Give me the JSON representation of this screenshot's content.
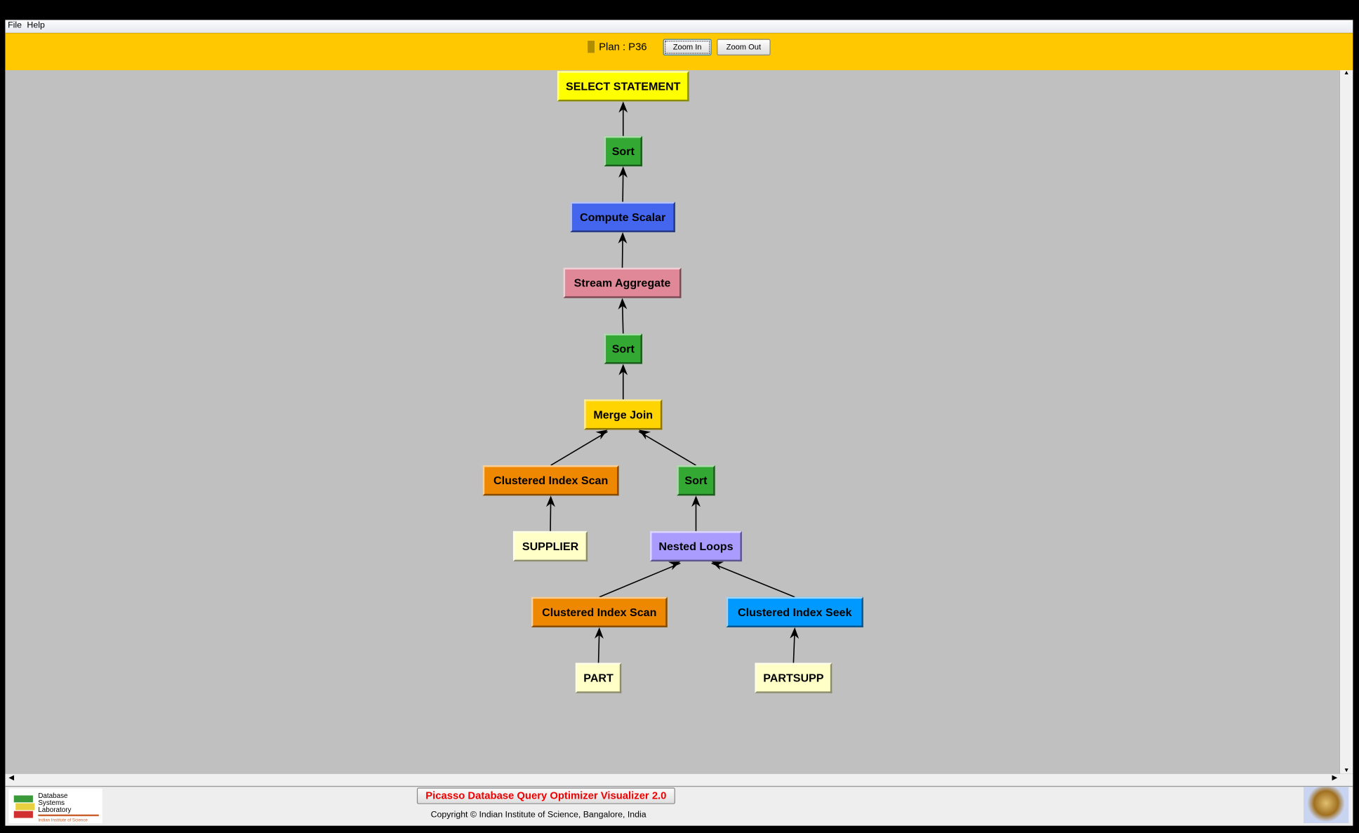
{
  "menu": [
    "File",
    "Help"
  ],
  "toolbar": {
    "plan_label": "Plan : P36",
    "zoom_in": "Zoom In",
    "zoom_out": "Zoom Out",
    "plan_color": "#b08c00"
  },
  "plan_tree": {
    "nodes": [
      {
        "label": "SELECT STATEMENT",
        "color": "#ffff00"
      },
      {
        "label": "Sort",
        "color": "#33a833"
      },
      {
        "label": "Compute Scalar",
        "color": "#4466ee"
      },
      {
        "label": "Stream Aggregate",
        "color": "#e08898"
      },
      {
        "label": "Sort",
        "color": "#33a833"
      },
      {
        "label": "Merge Join",
        "color": "#ffd400"
      },
      {
        "label": "Clustered Index Scan",
        "color": "#ee8800"
      },
      {
        "label": "Sort",
        "color": "#33a833"
      },
      {
        "label": "SUPPLIER",
        "color": "#ffffc8"
      },
      {
        "label": "Nested Loops",
        "color": "#aa9cff"
      },
      {
        "label": "Clustered Index Scan",
        "color": "#ee8800"
      },
      {
        "label": "Clustered Index Seek",
        "color": "#0099ff"
      },
      {
        "label": "PART",
        "color": "#ffffc8"
      },
      {
        "label": "PARTSUPP",
        "color": "#ffffc8"
      }
    ],
    "edges": [
      [
        1,
        0
      ],
      [
        2,
        1
      ],
      [
        3,
        2
      ],
      [
        4,
        3
      ],
      [
        5,
        4
      ],
      [
        6,
        5
      ],
      [
        7,
        5
      ],
      [
        8,
        6
      ],
      [
        9,
        7
      ],
      [
        10,
        9
      ],
      [
        11,
        9
      ],
      [
        12,
        10
      ],
      [
        13,
        11
      ]
    ]
  },
  "footer": {
    "title": "Picasso Database Query Optimizer Visualizer 2.0",
    "copyright": "Copyright © Indian Institute of Science, Bangalore, India",
    "logo_text": "Database Systems Laboratory — Indian Institute of Science"
  }
}
